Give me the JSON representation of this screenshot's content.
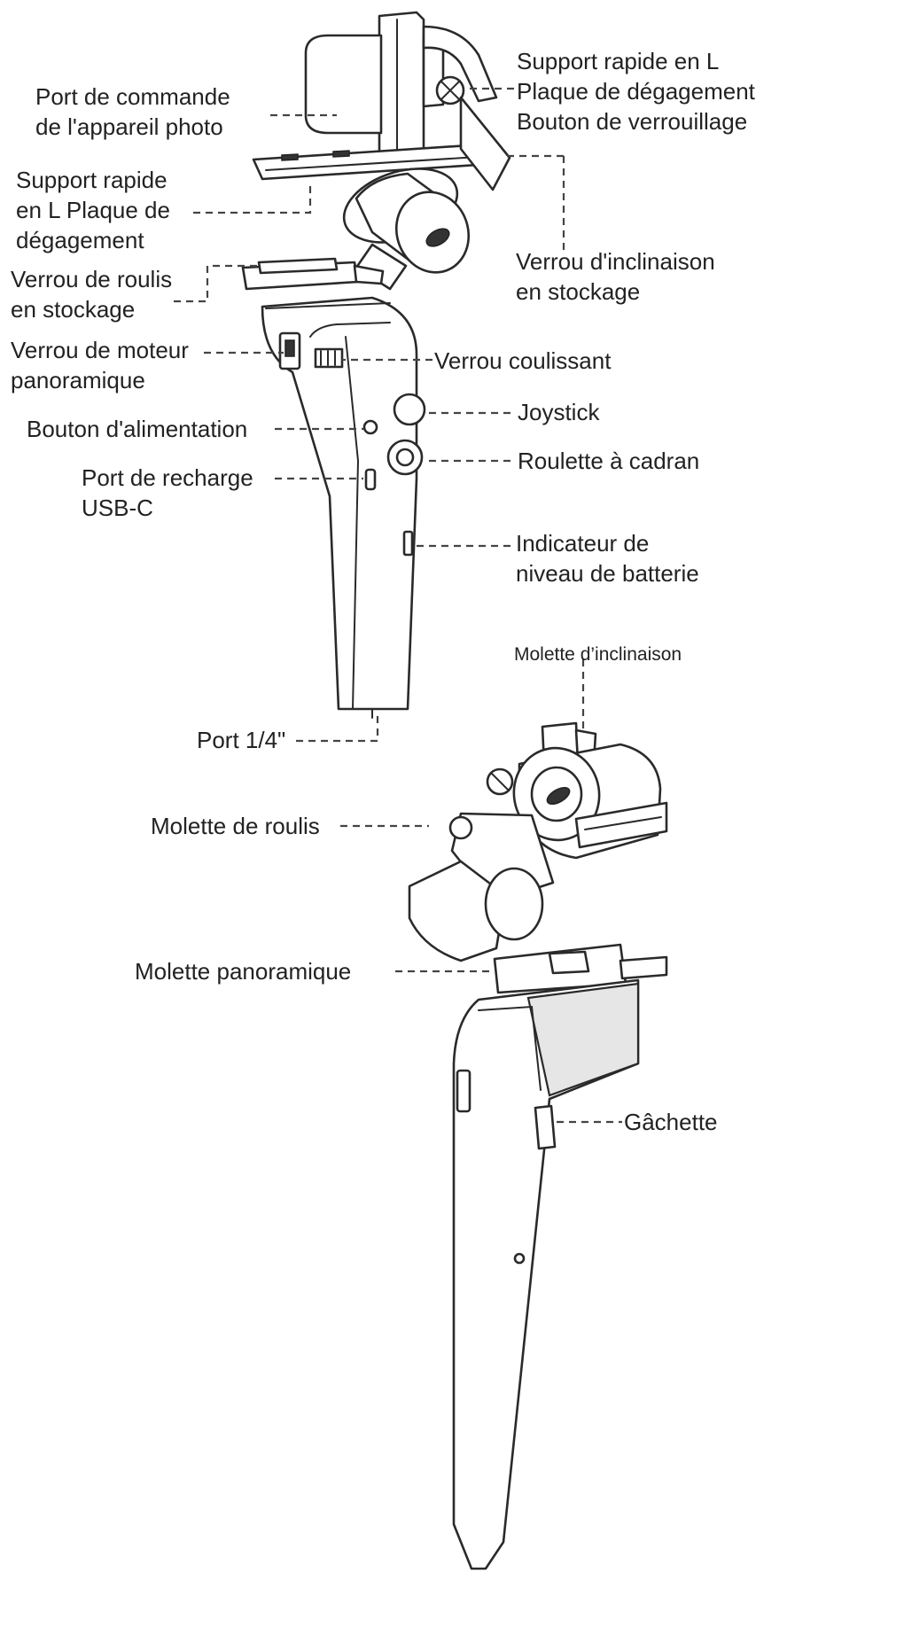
{
  "labels": {
    "camera_control_port": "Port de commande\nde l'appareil photo",
    "quick_release_plate_left": "Support rapide\nen L Plaque de\ndégagement",
    "roll_lock": "Verrou de roulis\nen stockage",
    "pan_motor_lock": "Verrou de moteur\npanoramique",
    "power_button": "Bouton d'alimentation",
    "usb_c_port": "Port de recharge\nUSB-C",
    "quick_release_lock_button": "Support rapide en L\nPlaque de dégagement\nBouton de verrouillage",
    "tilt_lock": "Verrou d'inclinaison\nen stockage",
    "sliding_lock": "Verrou coulissant",
    "joystick": "Joystick",
    "dial_wheel": "Roulette à cadran",
    "battery_indicator": "Indicateur de\nniveau de batterie",
    "quarter_inch_port": "Port 1/4\"",
    "tilt_knob": "Molette d’inclinaison",
    "roll_knob": "Molette de roulis",
    "pan_knob": "Molette panoramique",
    "trigger": "Gâchette"
  }
}
